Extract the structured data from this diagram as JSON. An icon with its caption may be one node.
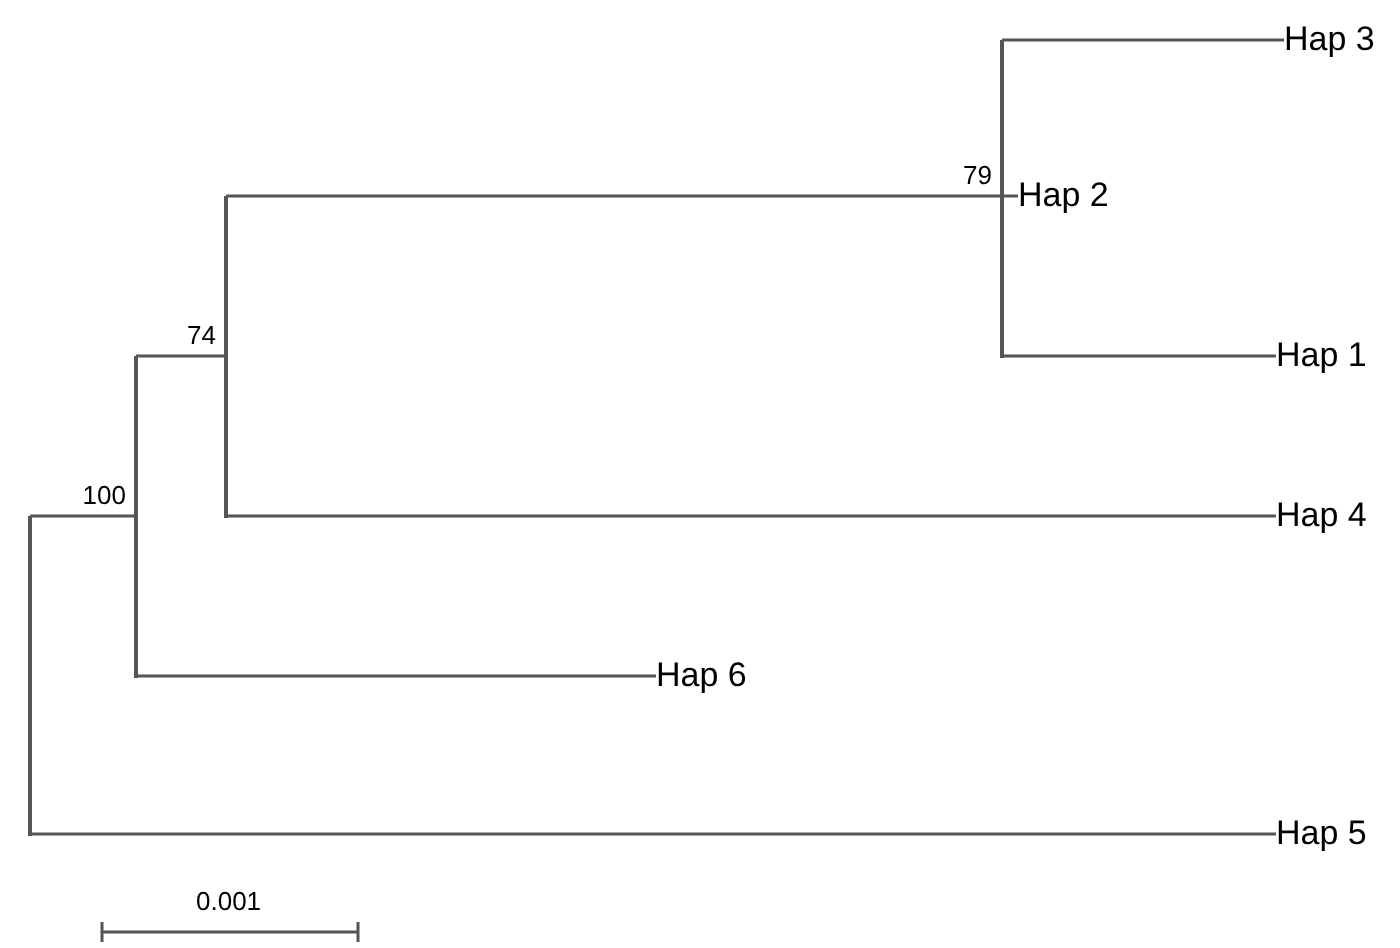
{
  "diagram": {
    "nodes": [
      {
        "text": [],
        "shape": "bar"
      },
      {
        "text": [],
        "shape": "bar",
        "beside": [
          "100"
        ]
      },
      {
        "text": [],
        "shape": "bar",
        "beside": [
          "74"
        ]
      },
      {
        "text": [],
        "shape": "bar",
        "beside": [
          "79"
        ]
      },
      {
        "text": [
          "Hap 3"
        ]
      },
      {
        "text": [
          "Hap 2"
        ]
      },
      {
        "text": [
          "Hap 1"
        ]
      },
      {
        "text": [
          "Hap 4"
        ]
      },
      {
        "text": [
          "Hap 6"
        ]
      },
      {
        "text": [
          "Hap 5"
        ]
      }
    ],
    "edges": [
      {
        "from": 0,
        "to": 1,
        "arrow": "none"
      },
      {
        "from": 0,
        "to": 9,
        "arrow": "none"
      },
      {
        "from": 1,
        "to": 2,
        "arrow": "none"
      },
      {
        "from": 1,
        "to": 8,
        "arrow": "none"
      },
      {
        "from": 2,
        "to": 3,
        "arrow": "none"
      },
      {
        "from": 2,
        "to": 7,
        "arrow": "none"
      },
      {
        "from": 3,
        "to": 4,
        "arrow": "none"
      },
      {
        "from": 3,
        "to": 5,
        "arrow": "none"
      },
      {
        "from": 3,
        "to": 6,
        "arrow": "none"
      }
    ],
    "labels": [
      "0.001"
    ]
  }
}
